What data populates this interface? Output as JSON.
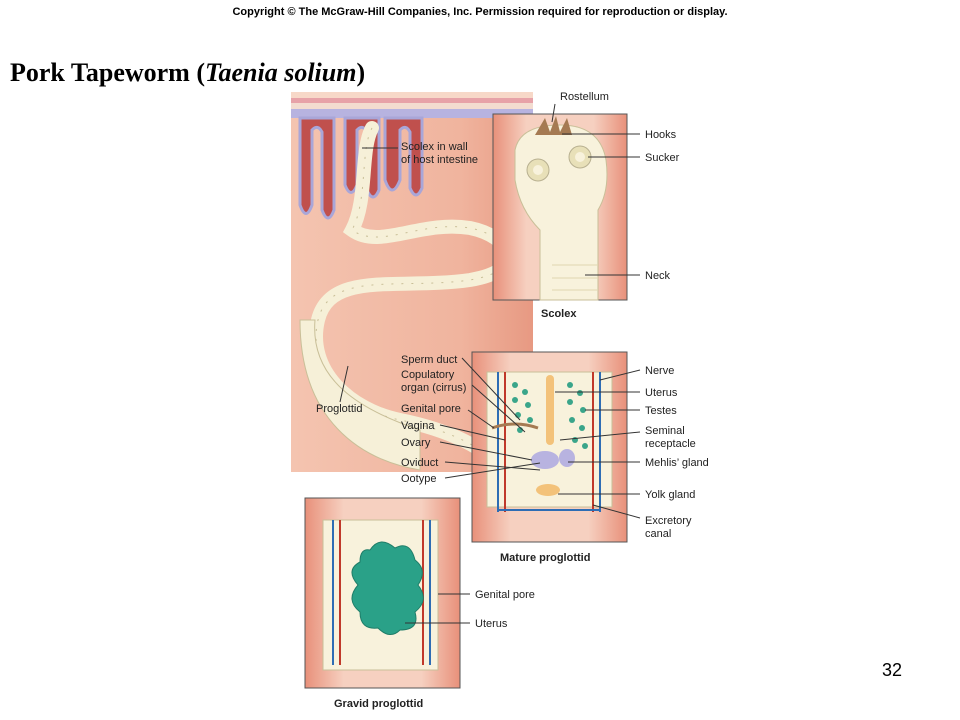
{
  "copyright": "Copyright © The McGraw-Hill Companies, Inc. Permission required for reproduction or display.",
  "title": {
    "prefix": "Pork Tapeworm (",
    "italic": "Taenia solium",
    "suffix": ")"
  },
  "page_number": "32",
  "labels": {
    "rostellum": "Rostellum",
    "hooks": "Hooks",
    "sucker": "Sucker",
    "neck": "Neck",
    "scolex_in_wall_1": "Scolex in wall",
    "scolex_in_wall_2": "of host intestine",
    "scolex_caption": "Scolex",
    "proglottid": "Proglottid",
    "sperm_duct": "Sperm duct",
    "copulatory_1": "Copulatory",
    "copulatory_2": "organ (cirrus)",
    "genital_pore": "Genital pore",
    "vagina": "Vagina",
    "ovary": "Ovary",
    "oviduct": "Oviduct",
    "ootype": "Ootype",
    "nerve": "Nerve",
    "uterus": "Uterus",
    "testes": "Testes",
    "seminal_1": "Seminal",
    "seminal_2": "receptacle",
    "mehlis_gland": "Mehlis’ gland",
    "yolk_gland": "Yolk gland",
    "excretory_1": "Excretory",
    "excretory_2": "canal",
    "mature_caption": "Mature proglottid",
    "gravid_genital_pore": "Genital pore",
    "gravid_uterus": "Uterus",
    "gravid_caption": "Gravid proglottid"
  },
  "colors": {
    "tissue": "#f2bca8",
    "tissue_dark": "#e48f7a",
    "wall_blue": "#a9a6d8",
    "villus_red": "#c0504d",
    "worm": "#f6f0d8",
    "worm_outline": "#b8b090",
    "testes_green": "#3aa58a",
    "uterus_orange": "#f3c27a",
    "nerve_blue": "#2e6db4",
    "canal_red": "#c0392b"
  }
}
